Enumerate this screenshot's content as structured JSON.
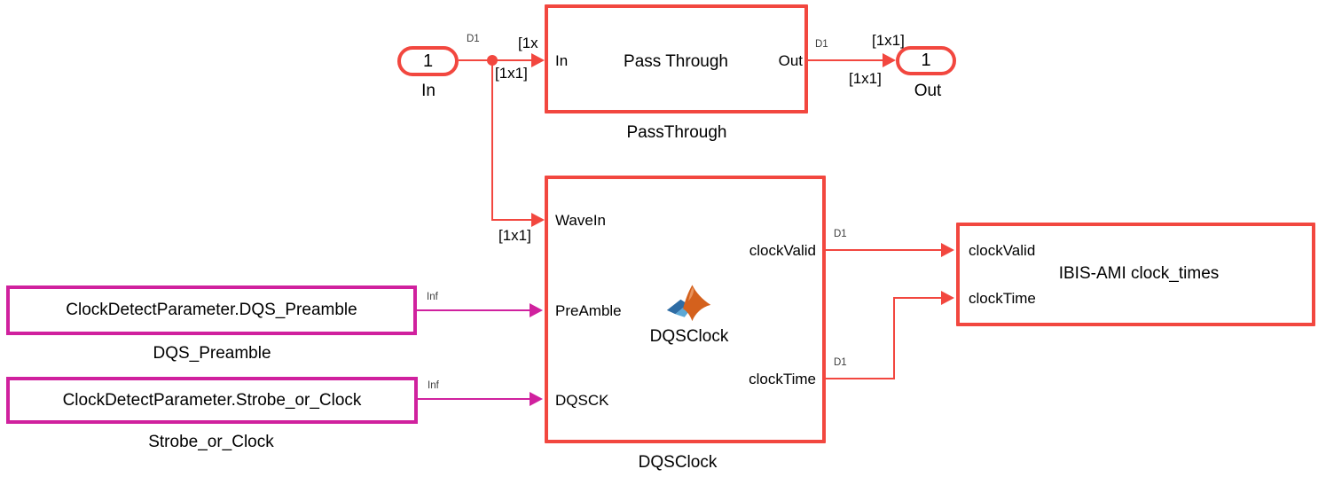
{
  "colors": {
    "red": "#F2473F",
    "magenta": "#D0219E"
  },
  "inport": {
    "number": "1",
    "label": "In"
  },
  "outport": {
    "number": "1",
    "label": "Out"
  },
  "passthrough": {
    "port_in": "In",
    "title": "Pass Through",
    "port_out": "Out",
    "label": "PassThrough"
  },
  "dqsclock": {
    "port_wavein": "WaveIn",
    "port_preamble": "PreAmble",
    "port_dqsck": "DQSCK",
    "port_clockvalid": "clockValid",
    "port_clocktime": "clockTime",
    "icon": "matlab-logo",
    "icon_caption": "DQSClock",
    "label": "DQSClock"
  },
  "constants": [
    {
      "value": "ClockDetectParameter.DQS_Preamble",
      "label": "DQS_Preamble"
    },
    {
      "value": "ClockDetectParameter.Strobe_or_Clock",
      "label": "Strobe_or_Clock"
    }
  ],
  "ibis": {
    "port_clockvalid": "clockValid",
    "port_clocktime": "clockTime",
    "title": "IBIS-AMI clock_times"
  },
  "wire_labels": {
    "in_d1": "D1",
    "in_dim_top": "[1x",
    "in_dim_bottom": "[1x1]",
    "wavein_dim": "[1x1]",
    "out_d1": "D1",
    "out_dim_top": "[1x1]",
    "out_dim_bottom": "[1x1]",
    "clockvalid_d1": "D1",
    "clocktime_d1": "D1",
    "preamble_inf": "Inf",
    "dqsck_inf": "Inf"
  }
}
